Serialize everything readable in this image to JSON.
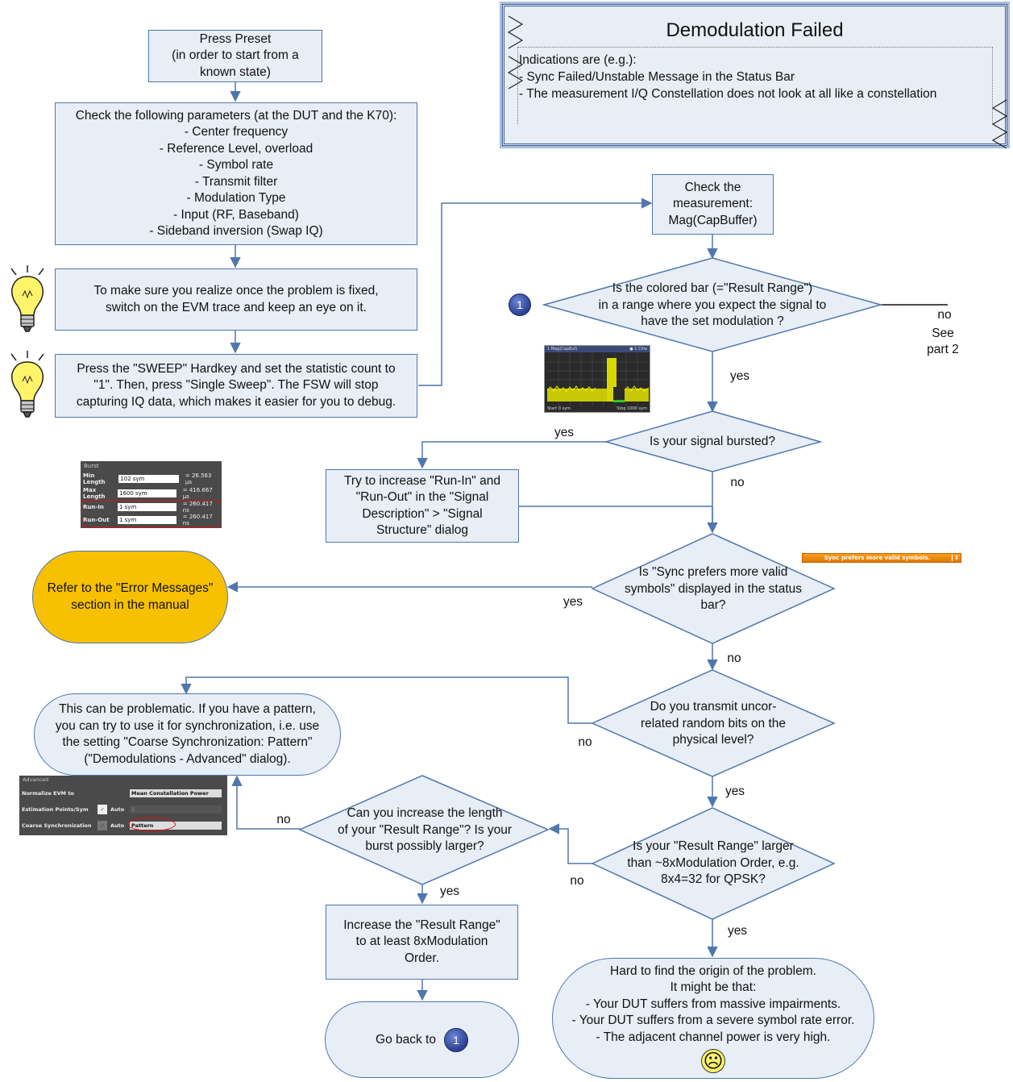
{
  "title_panel": {
    "title": "Demodulation Failed",
    "lines": [
      "Indications are (e.g.):",
      "- Sync Failed/Unstable Message in the Status Bar",
      "- The measurement I/Q Constellation does not look at all like a constellation"
    ]
  },
  "steps": {
    "preset": "Press Preset\n(in order to start from a\nknown state)",
    "check_params_heading": "Check the following parameters (at the DUT and the K70):",
    "check_params_items": [
      "- Center frequency",
      "- Reference Level, overload",
      "- Symbol rate",
      "- Transmit filter",
      "- Modulation Type",
      "- Input (RF, Baseband)",
      "- Sideband inversion (Swap IQ)"
    ],
    "evm_tip": "To make sure you realize once the problem is fixed,\nswitch on the EVM trace and keep an eye on it.",
    "sweep_tip": "Press the \"SWEEP\" Hardkey and set the statistic count to\n\"1\". Then, press \"Single Sweep\". The FSW will stop\ncapturing IQ data, which makes it easier for you to debug.",
    "check_measurement": "Check the\nmeasurement:\nMag(CapBuffer)",
    "run_in": "Try to increase \"Run-In\" and\n\"Run-Out\" in the \"Signal\nDescription\" > \"Signal\nStructure\"  dialog",
    "increase_range": "Increase the \"Result Range\"\nto at least 8xModulation\nOrder."
  },
  "decisions": {
    "colored_bar": "Is the colored bar (=\"Result Range\")\nin a range  where you expect the signal to\nhave the set modulation ?",
    "bursted": "Is your signal bursted?",
    "sync_prefers": "Is \"Sync prefers more valid\nsymbols\" displayed in the status\nbar?",
    "random_bits": "Do you transmit uncor-\nrelated random bits on the\nphysical level?",
    "result_range_larger": "Is your \"Result Range\" larger\nthan ~8xModulation Order, e.g.\n8x4=32 for QPSK?",
    "increase_length": "Can you increase the length\nof your \"Result Range\"? Is your\nburst possibly larger?"
  },
  "terminals": {
    "error_messages": "Refer to the \"Error Messages\"\nsection in the manual",
    "problematic": "This can be problematic. If you have a pattern,\nyou can try to use it for synchronization, i.e. use\nthe setting \"Coarse Synchronization: Pattern\"\n(\"Demodulations - Advanced\" dialog).",
    "go_back_text": "Go back to",
    "go_back_marker": "1",
    "hard_to_find": "Hard to find the origin of the problem.\nIt might be that:\n- Your DUT suffers from massive impairments.\n- Your DUT suffers from a severe symbol rate error.\n- The adjacent channel power is very high.",
    "sad_face": "☹"
  },
  "labels": {
    "marker_1": "1",
    "no_part2": "no",
    "see_part2": "See\npart 2",
    "yes_colored": "yes",
    "yes_bursted": "yes",
    "no_bursted": "no",
    "yes_sync": "yes",
    "no_sync": "no",
    "no_random": "no",
    "yes_random": "yes",
    "no_length": "no",
    "yes_length": "yes",
    "no_range": "no",
    "yes_range": "yes"
  },
  "screenshots": {
    "mag_capbuf": {
      "title": "1 Mag(CapBuf)",
      "status": "● 1 Clrw",
      "start": "Start 0 sym",
      "stop": "Stop 1000 sym"
    },
    "burst_panel": {
      "header": "Burst",
      "rows": [
        {
          "label": "Min Length",
          "value": "102 sym",
          "result": "= 26.563 µs"
        },
        {
          "label": "Max Length",
          "value": "1600 sym",
          "result": "= 416.667 µs"
        },
        {
          "label": "Run-In",
          "value": "1 sym",
          "result": "= 260.417 ns"
        },
        {
          "label": "Run-Out",
          "value": "1 sym",
          "result": "= 260.417 ns"
        }
      ]
    },
    "status_msg": "Sync prefers more valid symbols.",
    "advanced_panel": {
      "header": "Advanced",
      "rows": [
        {
          "label": "Normalize EVM to",
          "value": "Mean Constellation Power"
        },
        {
          "label": "Estimation Points/Sym",
          "check": "Auto",
          "value": "1"
        },
        {
          "label": "Coarse Synchronization",
          "check": "Auto",
          "value": "Pattern"
        }
      ]
    }
  },
  "colors": {
    "box_fill": "#e8eef6",
    "box_border": "#4f77ad",
    "arrow": "#4f77ad",
    "terminal_orange": "#f7c000",
    "marker_blue": "#2a3f92"
  }
}
